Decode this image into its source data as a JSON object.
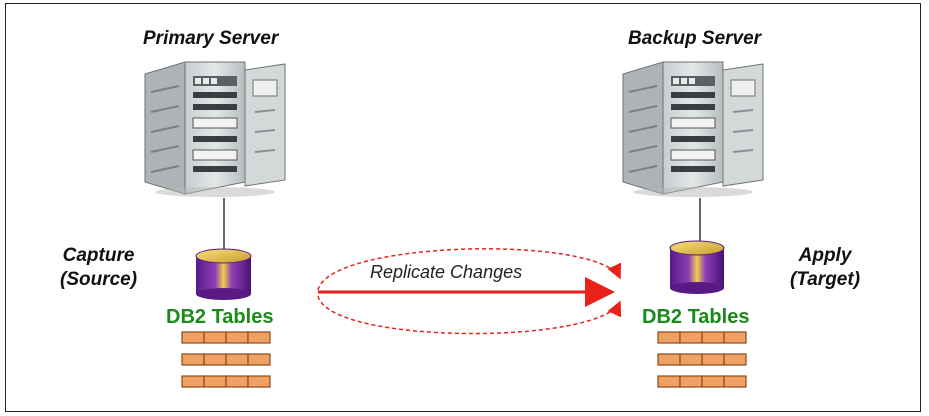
{
  "diagram": {
    "primary": {
      "title": "Primary Server",
      "role_line1": "Capture",
      "role_line2": "(Source)",
      "db_label": "DB2 Tables"
    },
    "backup": {
      "title": "Backup Server",
      "role_line1": "Apply",
      "role_line2": "(Target)",
      "db_label": "DB2 Tables"
    },
    "link": {
      "label": "Replicate Changes",
      "color": "#e8211b"
    },
    "colors": {
      "db_label": "#1b8a1b",
      "brick": "#f0a060",
      "cylinder_top": "#e6c25a",
      "cylinder_side": "#7b2aa8"
    }
  }
}
